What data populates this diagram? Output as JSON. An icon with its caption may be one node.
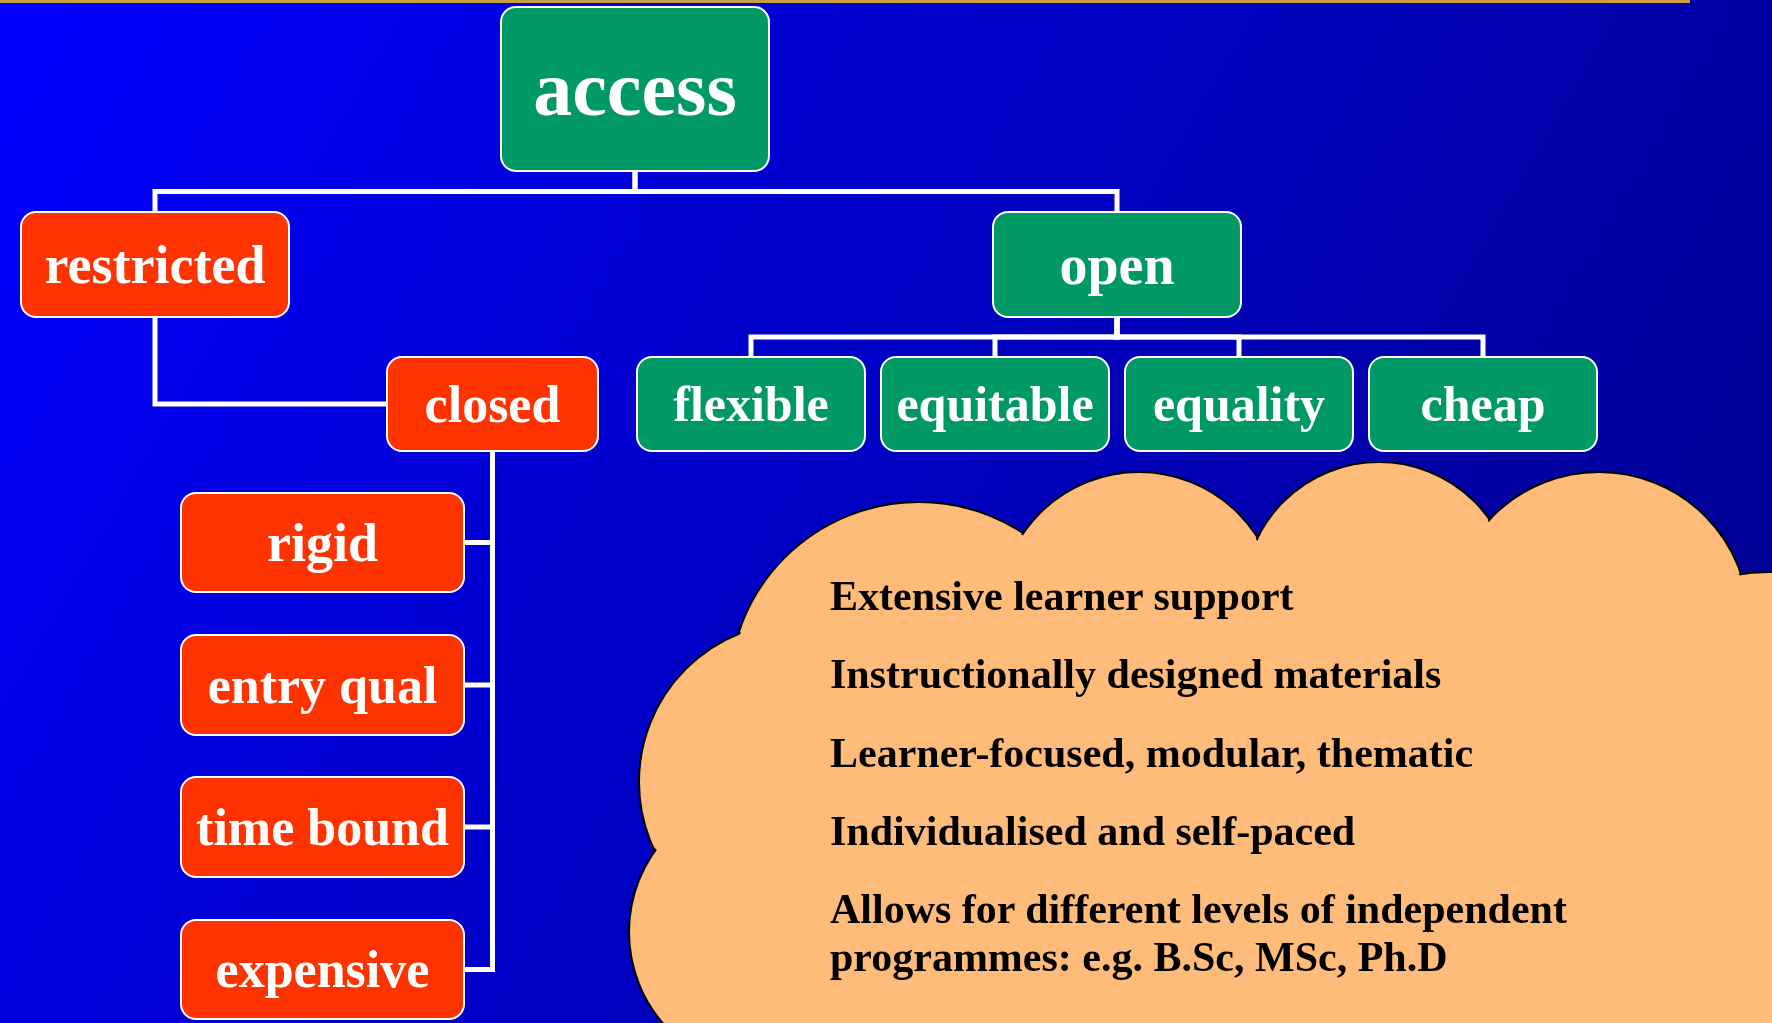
{
  "diagram": {
    "nodes": [
      {
        "text": [
          "access"
        ]
      },
      {
        "text": [
          "restricted"
        ]
      },
      {
        "text": [
          "open"
        ]
      },
      {
        "text": [
          "closed"
        ]
      },
      {
        "text": [
          "flexible"
        ]
      },
      {
        "text": [
          "equitable"
        ]
      },
      {
        "text": [
          "equality"
        ]
      },
      {
        "text": [
          "cheap"
        ]
      },
      {
        "text": [
          "rigid"
        ]
      },
      {
        "text": [
          "entry qual"
        ]
      },
      {
        "text": [
          "time bound"
        ]
      },
      {
        "text": [
          "expensive"
        ]
      },
      {
        "text": [
          "Extensive learner support",
          "Instructionally designed materials",
          "Learner-focused, modular, thematic",
          "Individualised and self-paced",
          "Allows for different levels of independent programmes: e.g. B.Sc, MSc, Ph.D"
        ]
      }
    ],
    "edges": [
      {
        "from": 0,
        "to": 1,
        "arrow": "none"
      },
      {
        "from": 0,
        "to": 2,
        "arrow": "none"
      },
      {
        "from": 1,
        "to": 3,
        "arrow": "none"
      },
      {
        "from": 2,
        "to": 4,
        "arrow": "none"
      },
      {
        "from": 2,
        "to": 5,
        "arrow": "none"
      },
      {
        "from": 2,
        "to": 6,
        "arrow": "none"
      },
      {
        "from": 2,
        "to": 7,
        "arrow": "none"
      },
      {
        "from": 3,
        "to": 8,
        "arrow": "none"
      },
      {
        "from": 3,
        "to": 9,
        "arrow": "none"
      },
      {
        "from": 3,
        "to": 10,
        "arrow": "none"
      },
      {
        "from": 3,
        "to": 11,
        "arrow": "none"
      }
    ]
  }
}
